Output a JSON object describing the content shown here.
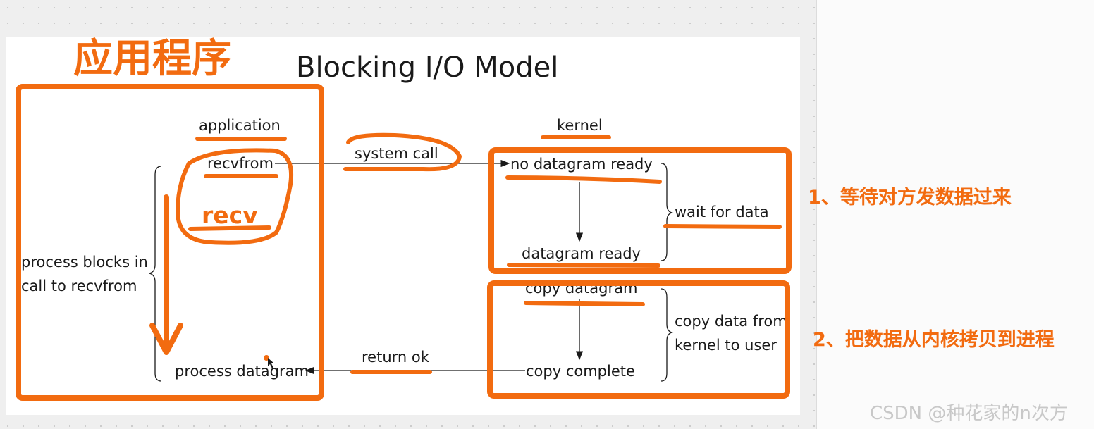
{
  "diagram": {
    "title": "Blocking I/O Model",
    "application_label": "application",
    "kernel_label": "kernel",
    "recvfrom": "recvfrom",
    "system_call": "system call",
    "no_datagram_ready": "no datagram ready",
    "datagram_ready": "datagram ready",
    "wait_for_data": "wait for data",
    "copy_datagram": "copy datagram",
    "copy_data_from_line1": "copy data from",
    "copy_data_from_line2": "kernel to user",
    "copy_complete": "copy complete",
    "return_ok": "return ok",
    "process_datagram": "process datagram",
    "process_blocks_line1": "process blocks in",
    "process_blocks_line2": "call to recvfrom"
  },
  "annotations": {
    "app_heading": "应用程序",
    "recv": "recv",
    "step1": "1、等待对方发数据过来",
    "step2": "2、把数据从内核拷贝到进程",
    "accent_color": "#f26b10"
  },
  "watermark": "CSDN @种花家的n次方"
}
